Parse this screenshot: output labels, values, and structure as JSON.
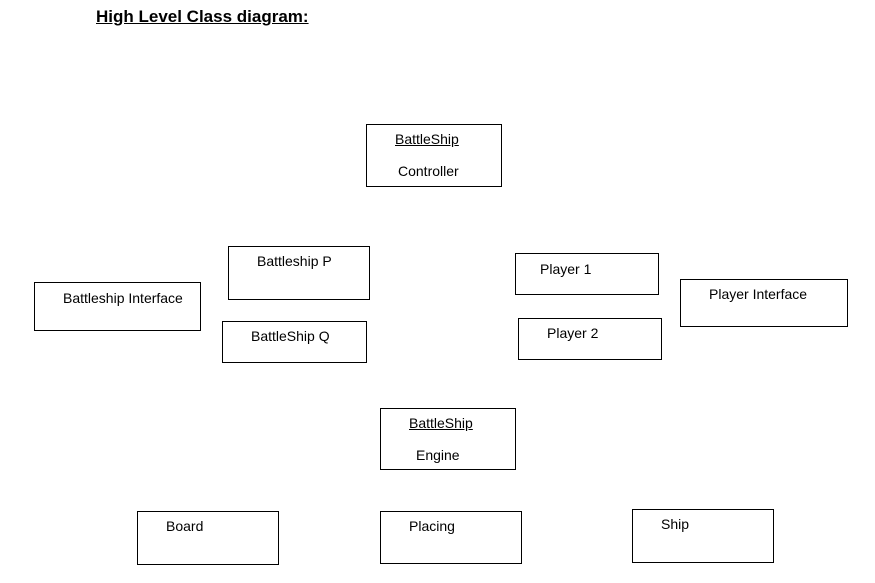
{
  "title": "High Level Class diagram:",
  "boxes": {
    "controller": {
      "line1": "BattleShip",
      "line2": "Controller"
    },
    "battleship_p": {
      "label": "Battleship P"
    },
    "battleship_interface": {
      "label": "Battleship Interface"
    },
    "battleship_q": {
      "label": "BattleShip Q"
    },
    "player1": {
      "label": "Player 1"
    },
    "player_interface": {
      "label": "Player Interface"
    },
    "player2": {
      "label": "Player 2"
    },
    "engine": {
      "line1": "BattleShip",
      "line2": "Engine"
    },
    "board": {
      "label": "Board"
    },
    "placing": {
      "label": "Placing"
    },
    "ship": {
      "label": "Ship"
    }
  }
}
